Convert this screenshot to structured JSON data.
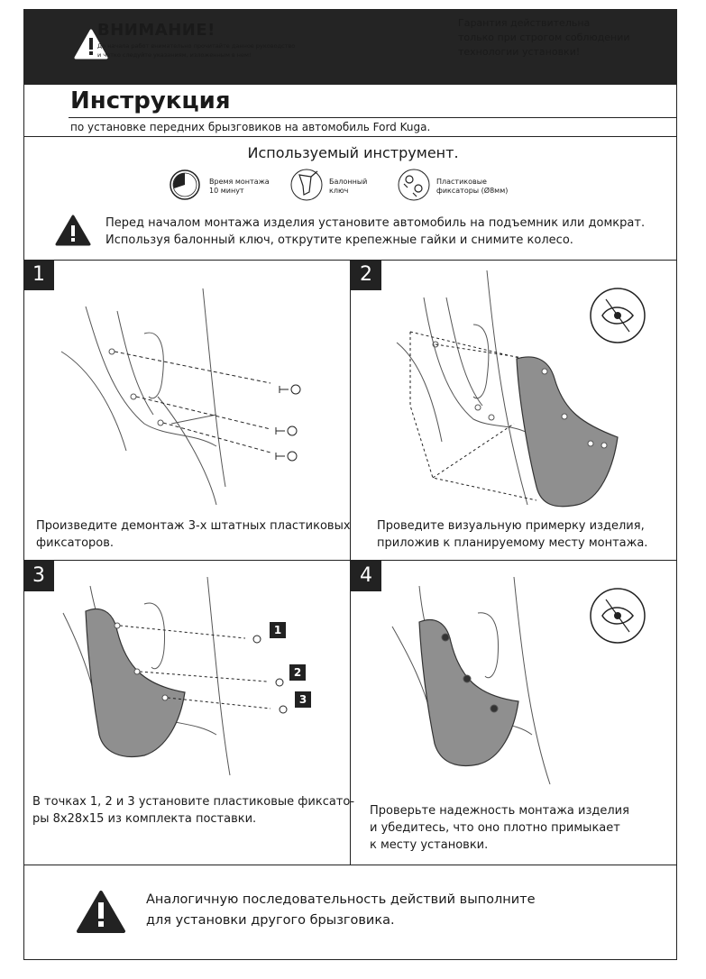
{
  "header": {
    "warning_title": "ВНИМАНИЕ!",
    "warning_note_line1": "До начала работ внимательно прочитайте данное руководство",
    "warning_note_line2": "и четко следуйте указаниям, изложенным в нем!",
    "guarantee_line1": "Гарантия действительна",
    "guarantee_line2": "только при строгом соблюдении",
    "guarantee_line3": "технологии установки!"
  },
  "doc": {
    "title": "Инструкция",
    "subtitle": "по установке передних брызговиков на автомобиль Ford Kuga."
  },
  "tools": {
    "heading": "Используемый инструмент.",
    "items": [
      {
        "icon": "clock-icon",
        "line1": "Время монтажа",
        "line2": "10 минут"
      },
      {
        "icon": "wrench-icon",
        "line1": "Балонный",
        "line2": "ключ"
      },
      {
        "icon": "fastener-icon",
        "line1": "Пластиковые",
        "line2": "фиксаторы  (Ø8мм)"
      }
    ]
  },
  "caution": {
    "line1": "Перед началом монтажа изделия установите автомобиль на подъемник или домкрат.",
    "line2": "Используя балонный ключ, открутите крепежные гайки и снимите колесо."
  },
  "steps": [
    {
      "number": "1",
      "line1": "Произведите демонтаж 3-х штатных пластиковых",
      "line2": "фиксаторов.",
      "line3": ""
    },
    {
      "number": "2",
      "line1": "Проведите визуальную примерку изделия,",
      "line2": "приложив к планируемому месту монтажа.",
      "line3": ""
    },
    {
      "number": "3",
      "line1": "В точках 1, 2 и 3 установите пластиковые фиксато-",
      "line2": "ры 8х28х15 из комплекта поставки.",
      "line3": ""
    },
    {
      "number": "4",
      "line1": "Проверьте надежность монтажа изделия",
      "line2": "и убедитесь, что оно плотно примыкает",
      "line3": "к месту установки."
    }
  ],
  "markers": [
    "1",
    "2",
    "3"
  ],
  "final_note": {
    "line1": "Аналогичную последовательность действий выполните",
    "line2": "для установки другого брызговика."
  },
  "colors": {
    "dark": "#242424",
    "mudflap": "#8f8f8f",
    "line": "#222222"
  }
}
